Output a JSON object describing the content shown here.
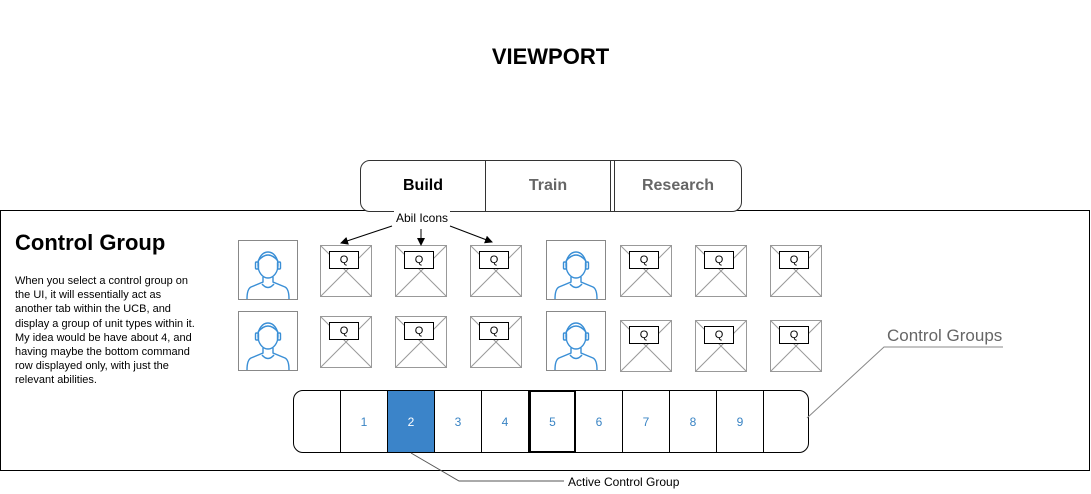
{
  "viewport": {
    "title": "VIEWPORT"
  },
  "tabs": [
    {
      "label": "Build"
    },
    {
      "label": "Train"
    },
    {
      "label": "Research"
    }
  ],
  "panel": {
    "title": "Control Group",
    "description": "When you select a control group on the UI, it will essentially act as another tab within the UCB, and display a group of unit types within it. My idea would be have about 4, and having maybe the bottom command row displayed only, with just the relevant abilities."
  },
  "annotations": {
    "abil_icons": "Abil Icons",
    "control_groups": "Control Groups",
    "active_control_group": "Active Control Group"
  },
  "ability_key": "Q",
  "control_groups": {
    "slots": [
      "",
      "1",
      "2",
      "3",
      "4",
      "5",
      "6",
      "7",
      "8",
      "9",
      ""
    ],
    "active": "2"
  },
  "colors": {
    "accent": "#3b84c9",
    "portrait_stroke": "#3a8fd6",
    "number_text": "#3a84c4"
  },
  "icons": [
    "user-portrait-icon",
    "ability-placeholder-icon"
  ]
}
